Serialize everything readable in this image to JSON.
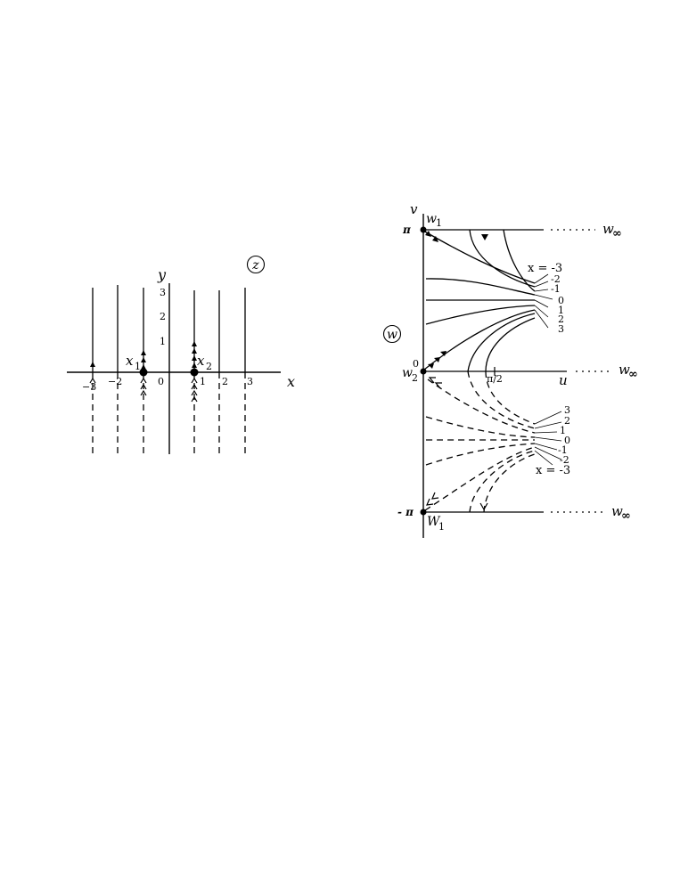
{
  "z_plane": {
    "circle_label": "z",
    "x_axis_label": "x",
    "y_axis_label": "y",
    "x_ticks": [
      "−3",
      "−2",
      "0",
      "1",
      "2",
      "3"
    ],
    "y_ticks": [
      "1",
      "2",
      "3"
    ],
    "point_labels": {
      "x1": "x",
      "x1_sub": "1",
      "x2": "x",
      "x2_sub": "2"
    }
  },
  "w_plane": {
    "circle_label": "w",
    "u_axis_label": "u",
    "v_axis_label": "v",
    "pi_label": "π",
    "neg_pi_label": "- π",
    "zero_label": "0",
    "half_pi_label": "π/2",
    "w1": "w",
    "w1_sub": "1",
    "w2": "w",
    "w2_sub": "2",
    "W1": "W",
    "W1_sub": "1",
    "w_inf": "w",
    "w_inf_sub": "∞",
    "upper_labels": [
      "x = -3",
      "-2",
      "-1",
      "0",
      "1",
      "2",
      "3"
    ],
    "lower_labels": [
      "3",
      "2",
      "1",
      "0",
      "-1",
      "-2",
      "x = -3"
    ]
  }
}
